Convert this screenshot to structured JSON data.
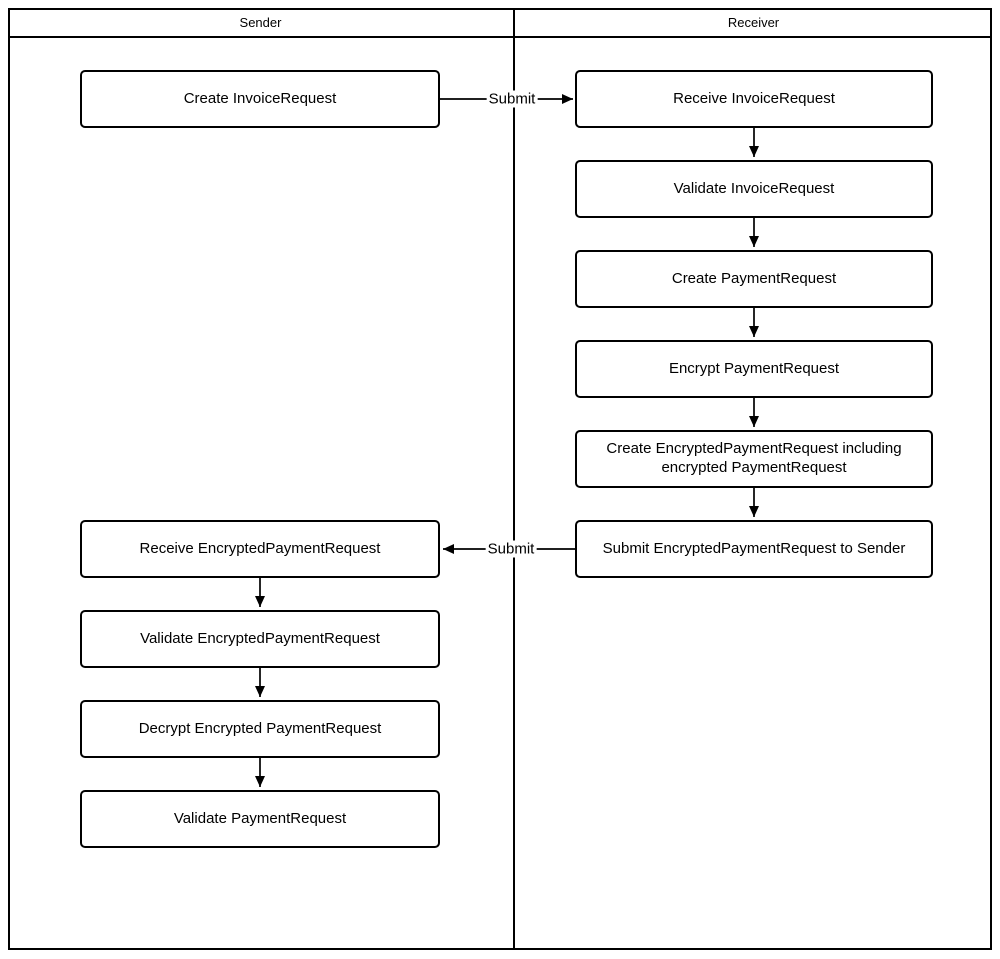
{
  "diagram": {
    "type": "swimlane-flowchart",
    "colors": {
      "stroke": "#000000",
      "fill": "#ffffff"
    },
    "lanes": [
      {
        "title": "Sender",
        "nodes": [
          {
            "label": "Create InvoiceRequest"
          },
          {
            "label": "Receive EncryptedPaymentRequest"
          },
          {
            "label": "Validate EncryptedPaymentRequest"
          },
          {
            "label": "Decrypt Encrypted PaymentRequest"
          },
          {
            "label": "Validate PaymentRequest"
          }
        ]
      },
      {
        "title": "Receiver",
        "nodes": [
          {
            "label": "Receive InvoiceRequest"
          },
          {
            "label": "Validate InvoiceRequest"
          },
          {
            "label": "Create PaymentRequest"
          },
          {
            "label": "Encrypt PaymentRequest"
          },
          {
            "label": "Create EncryptedPaymentRequest including encrypted PaymentRequest"
          },
          {
            "label": "Submit EncryptedPaymentRequest to Sender"
          }
        ]
      }
    ],
    "edges": [
      {
        "from": "Create InvoiceRequest",
        "to": "Receive InvoiceRequest",
        "label": "Submit"
      },
      {
        "from": "Receive InvoiceRequest",
        "to": "Validate InvoiceRequest",
        "label": ""
      },
      {
        "from": "Validate InvoiceRequest",
        "to": "Create PaymentRequest",
        "label": ""
      },
      {
        "from": "Create PaymentRequest",
        "to": "Encrypt PaymentRequest",
        "label": ""
      },
      {
        "from": "Encrypt PaymentRequest",
        "to": "Create EncryptedPaymentRequest including encrypted PaymentRequest",
        "label": ""
      },
      {
        "from": "Create EncryptedPaymentRequest including encrypted PaymentRequest",
        "to": "Submit EncryptedPaymentRequest to Sender",
        "label": ""
      },
      {
        "from": "Submit EncryptedPaymentRequest to Sender",
        "to": "Receive EncryptedPaymentRequest",
        "label": "Submit"
      },
      {
        "from": "Receive EncryptedPaymentRequest",
        "to": "Validate EncryptedPaymentRequest",
        "label": ""
      },
      {
        "from": "Validate EncryptedPaymentRequest",
        "to": "Decrypt Encrypted PaymentRequest",
        "label": ""
      },
      {
        "from": "Decrypt Encrypted PaymentRequest",
        "to": "Validate PaymentRequest",
        "label": ""
      }
    ]
  }
}
